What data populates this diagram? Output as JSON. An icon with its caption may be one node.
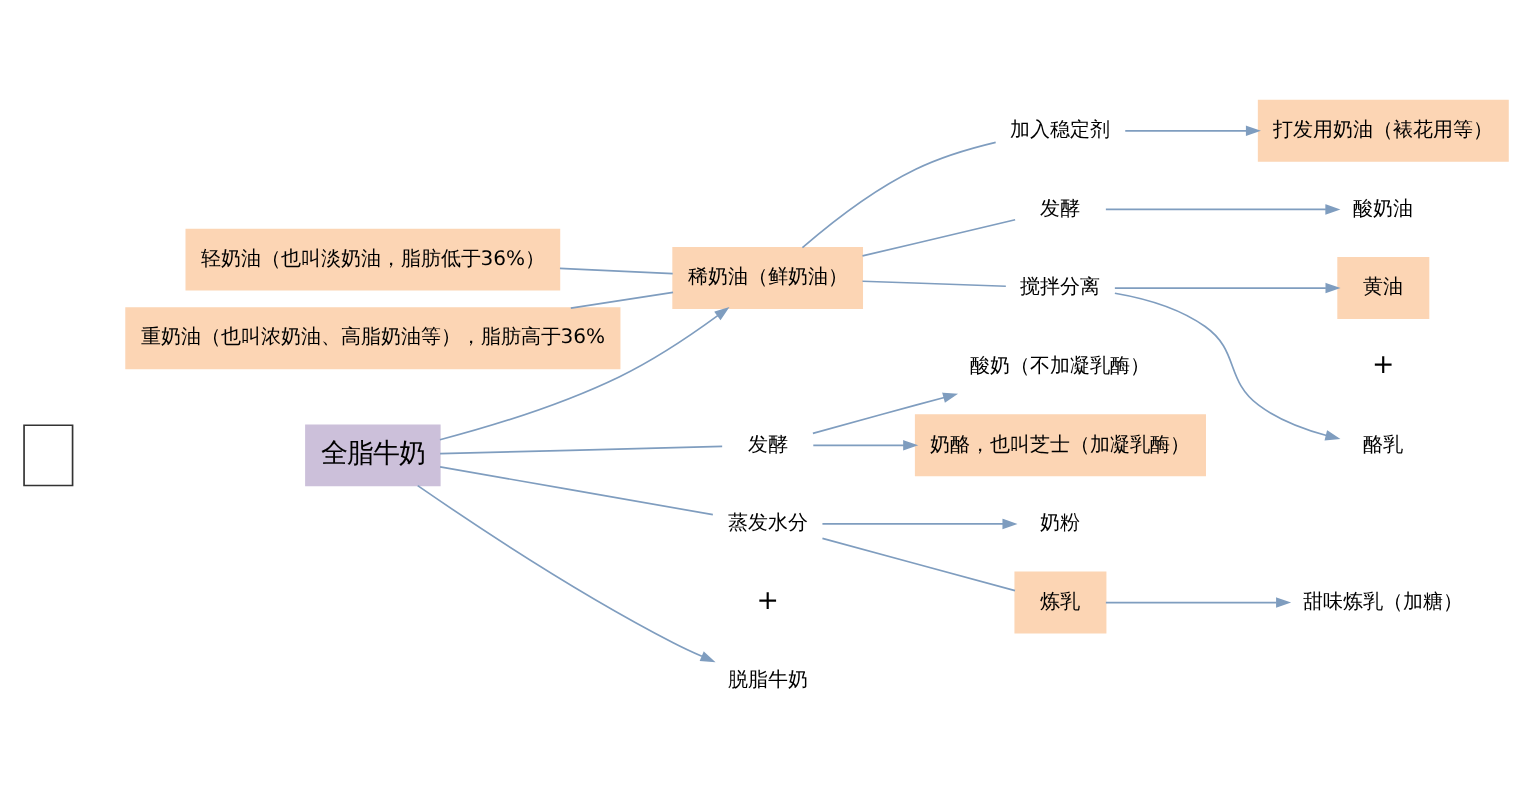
{
  "diagram": {
    "nodes": [
      {
        "text": [],
        "shape": "box"
      },
      {
        "text": [
          "全脂牛奶"
        ]
      },
      {
        "text": [
          "轻奶油（也叫淡奶油，脂肪低于36%）"
        ]
      },
      {
        "text": [
          "重奶油（也叫浓奶油、高脂奶油等），脂肪高于36%"
        ]
      },
      {
        "text": [
          "稀奶油（鲜奶油）"
        ]
      },
      {
        "text": [
          "脱脂牛奶"
        ]
      },
      {
        "text": [
          "发酵"
        ]
      },
      {
        "text": [
          "酸奶（不加凝乳酶）"
        ]
      },
      {
        "text": [
          "奶酪，也叫芝士（加凝乳酶）"
        ]
      },
      {
        "text": [
          "蒸发水分"
        ]
      },
      {
        "text": [
          "奶粉"
        ]
      },
      {
        "text": [
          "炼乳"
        ]
      },
      {
        "text": [
          "甜味炼乳（加糖）"
        ]
      },
      {
        "text": [
          "加入稳定剂"
        ]
      },
      {
        "text": [
          "发酵"
        ]
      },
      {
        "text": [
          "搅拌分离"
        ]
      },
      {
        "text": [
          "打发用奶油（裱花用等）"
        ]
      },
      {
        "text": [
          "酸奶油"
        ]
      },
      {
        "text": [
          "黄油"
        ]
      },
      {
        "text": [
          "酪乳"
        ]
      }
    ],
    "edges": [
      {
        "from": 1,
        "to": 4,
        "arrow": "to"
      },
      {
        "from": 1,
        "to": 5,
        "arrow": "to"
      },
      {
        "from": 1,
        "to": 6,
        "arrow": "none"
      },
      {
        "from": 6,
        "to": 7,
        "arrow": "to"
      },
      {
        "from": 6,
        "to": 8,
        "arrow": "to"
      },
      {
        "from": 1,
        "to": 9,
        "arrow": "none"
      },
      {
        "from": 9,
        "to": 10,
        "arrow": "to"
      },
      {
        "from": 9,
        "to": 11,
        "arrow": "none"
      },
      {
        "from": 11,
        "to": 12,
        "arrow": "to"
      },
      {
        "from": 2,
        "to": 4,
        "arrow": "none"
      },
      {
        "from": 3,
        "to": 4,
        "arrow": "none"
      },
      {
        "from": 4,
        "to": 13,
        "arrow": "none"
      },
      {
        "from": 4,
        "to": 14,
        "arrow": "none"
      },
      {
        "from": 4,
        "to": 15,
        "arrow": "none"
      },
      {
        "from": 13,
        "to": 16,
        "arrow": "to"
      },
      {
        "from": 14,
        "to": 17,
        "arrow": "to"
      },
      {
        "from": 15,
        "to": 18,
        "arrow": "to"
      },
      {
        "from": 15,
        "to": 19,
        "arrow": "to"
      }
    ],
    "labels": [
      "+",
      "+"
    ]
  }
}
